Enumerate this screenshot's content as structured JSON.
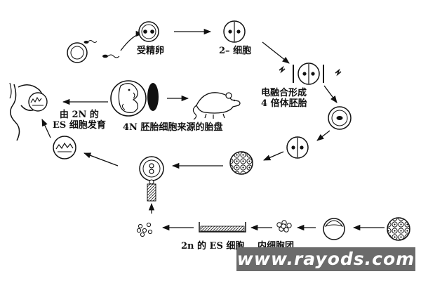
{
  "labels": {
    "fertilized_egg": "受精卵",
    "two_cell": "2– 细胞",
    "electrofusion_line1": "电融合形成",
    "electrofusion_line2": "4 倍体胚胎",
    "from_2n_line1": "由 2N 的",
    "from_2n_line2": "ES 细胞发育",
    "placenta": "4N 胚胎细胞来源的胎盘",
    "es_cells": "2n 的 ES 细胞",
    "inner_cell_mass": "内细胞团"
  },
  "watermark": "www.rayods.com"
}
